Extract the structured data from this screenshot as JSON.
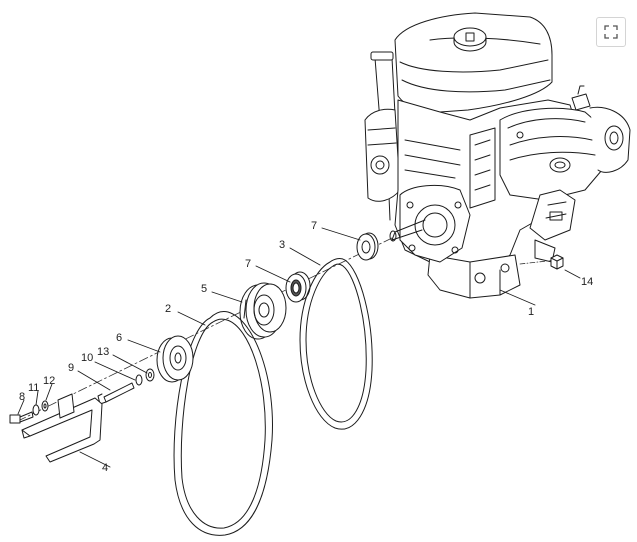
{
  "toolbar": {
    "fullscreen_icon": "expand-corners-icon"
  },
  "diagram": {
    "labels": {
      "p1": "1",
      "p2": "2",
      "p3": "3",
      "p4": "4",
      "p5": "5",
      "p6": "6",
      "p7a": "7",
      "p7b": "7",
      "p8": "8",
      "p9": "9",
      "p10": "10",
      "p11": "11",
      "p12": "12",
      "p13": "13",
      "p14": "14"
    }
  }
}
